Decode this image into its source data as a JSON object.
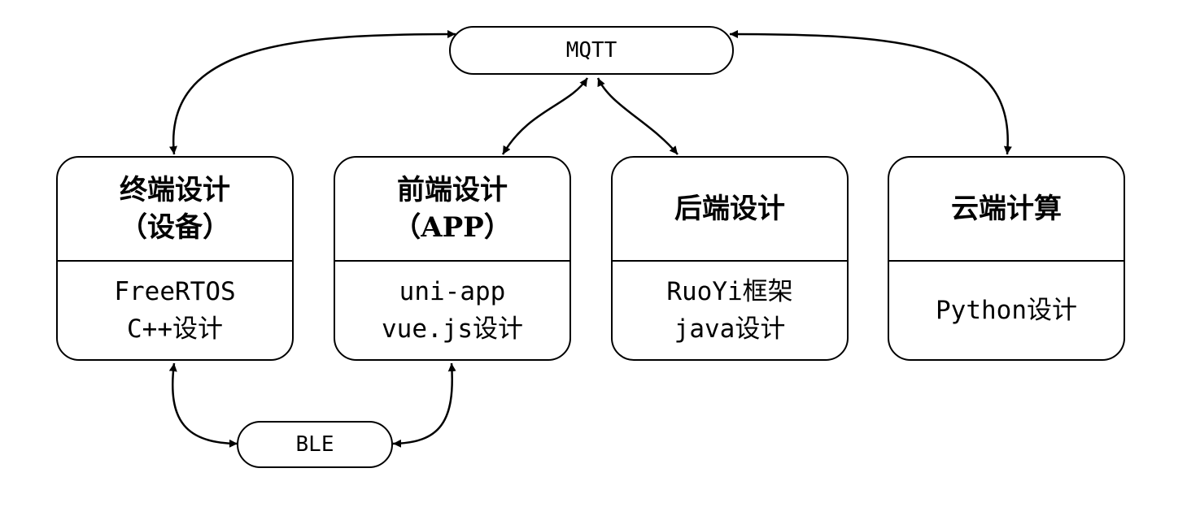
{
  "hubs": {
    "mqtt": "MQTT",
    "ble": "BLE"
  },
  "modules": [
    {
      "title_lines": [
        "终端设计",
        "（设备）"
      ],
      "body_lines": [
        "FreeRTOS",
        "C++设计"
      ]
    },
    {
      "title_lines": [
        "前端设计",
        "（APP）"
      ],
      "body_lines": [
        "uni-app",
        "vue.js设计"
      ]
    },
    {
      "title_lines": [
        "后端设计"
      ],
      "body_lines": [
        "RuoYi框架",
        "java设计"
      ]
    },
    {
      "title_lines": [
        "云端计算"
      ],
      "body_lines": [
        "Python设计"
      ]
    }
  ],
  "connections": [
    {
      "from": "MQTT",
      "to": "终端设计",
      "bidirectional": true
    },
    {
      "from": "MQTT",
      "to": "前端设计",
      "bidirectional": true
    },
    {
      "from": "MQTT",
      "to": "后端设计",
      "bidirectional": true
    },
    {
      "from": "MQTT",
      "to": "云端计算",
      "bidirectional": true
    },
    {
      "from": "BLE",
      "to": "终端设计",
      "bidirectional": true
    },
    {
      "from": "BLE",
      "to": "前端设计",
      "bidirectional": true
    }
  ]
}
